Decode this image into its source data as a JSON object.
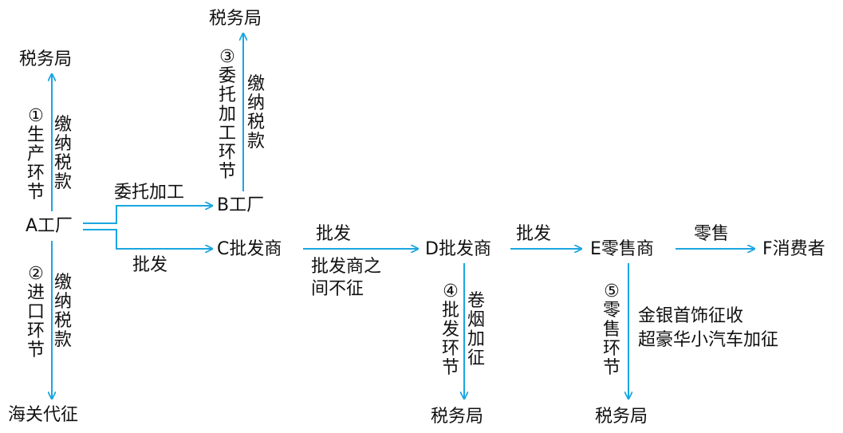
{
  "colors": {
    "arrow": "#1aa6e0",
    "text": "#111111"
  },
  "nodes": {
    "a_factory": "A工厂",
    "b_factory": "B工厂",
    "c_wholesaler": "C批发商",
    "d_wholesaler": "D批发商",
    "e_retailer": "E零售商",
    "f_consumer": "F消费者",
    "tax_bureau_top_left": "税务局",
    "tax_bureau_top_mid": "税务局",
    "customs": "海关代征",
    "tax_bureau_bottom_d": "税务局",
    "tax_bureau_bottom_e": "税务局"
  },
  "edge_labels": {
    "a_to_b": "委托加工",
    "a_to_c": "批发",
    "c_to_d": "批发",
    "c_to_d_note": [
      "批发商之",
      "间不征"
    ],
    "d_to_e": "批发",
    "e_to_f": "零售",
    "jewelry_note": "金银首饰征收",
    "luxury_car_note": "超豪华小汽车加征"
  },
  "vertical_labels": {
    "step1_stage": "①生产环节",
    "step1_pay": "缴纳税款",
    "step2_stage": "②进口环节",
    "step2_pay": "缴纳税款",
    "step3_stage": "③委托加工环节",
    "step3_pay": "缴纳税款",
    "step4_stage": "④批发环节",
    "step4_tax": "卷烟加征",
    "step5_stage": "⑤零售环节"
  }
}
